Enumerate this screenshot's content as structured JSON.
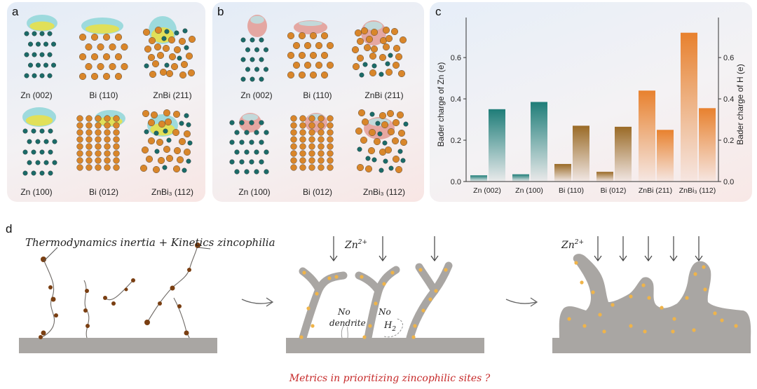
{
  "panel_labels": {
    "a": "a",
    "b": "b",
    "c": "c",
    "d": "d"
  },
  "panel_a": {
    "slabs": [
      "Zn (002)",
      "Bi (110)",
      "ZnBi (211)",
      "Zn (100)",
      "Bi (012)",
      "ZnBi₃ (112)"
    ]
  },
  "panel_b": {
    "slabs": [
      "Zn (002)",
      "Bi (110)",
      "ZnBi (211)",
      "Zn (100)",
      "Bi (012)",
      "ZnBi₃ (112)"
    ]
  },
  "chart_data": {
    "type": "bar",
    "categories": [
      "Zn (002)",
      "Zn (100)",
      "Bi (110)",
      "Bi (012)",
      "ZnBi (211)",
      "ZnBi₃ (112)"
    ],
    "series": [
      {
        "axis": "left",
        "values": [
          0.03,
          0.035,
          0.085,
          0.047,
          0.44,
          0.72
        ]
      },
      {
        "axis": "right",
        "values": [
          0.35,
          0.385,
          0.27,
          0.265,
          0.25,
          0.355
        ]
      }
    ],
    "ylabel_left": "Bader charge of Zn (e)",
    "ylabel_right": "Bader charge of H (e)",
    "ylim_left": [
      0,
      0.78
    ],
    "ylim_right": [
      0,
      0.78
    ],
    "yticks_left": [
      "0.0",
      "0.2",
      "0.4",
      "0.6"
    ],
    "yticks_right": [
      "0.0",
      "0.2",
      "0.4",
      "0.6"
    ],
    "colors": {
      "zn": "#1f7d78",
      "bi": "#9a6a26",
      "alloy": "#e8812e"
    }
  },
  "panel_d": {
    "caption_left": "Thermodynamics inertia + Kinetics zincophilia",
    "ion_mid": "Zn",
    "ion_mid_sup": "2+",
    "no_dendrite_1": "No",
    "no_dendrite_2": "dendrite",
    "no_h2_1": "No",
    "no_h2_2": "H",
    "no_h2_sub": "2",
    "ion_right": "Zn",
    "ion_right_sup": "2+",
    "question": "Metrics in prioritizing zincophilic sites ?"
  },
  "colors": {
    "zn_atom": "#1b6b68",
    "bi_atom": "#d9862a",
    "substrate": "#a9a6a3",
    "seed": "#7a3f12",
    "zn_dot": "#efb44a",
    "question": "#c62828"
  }
}
